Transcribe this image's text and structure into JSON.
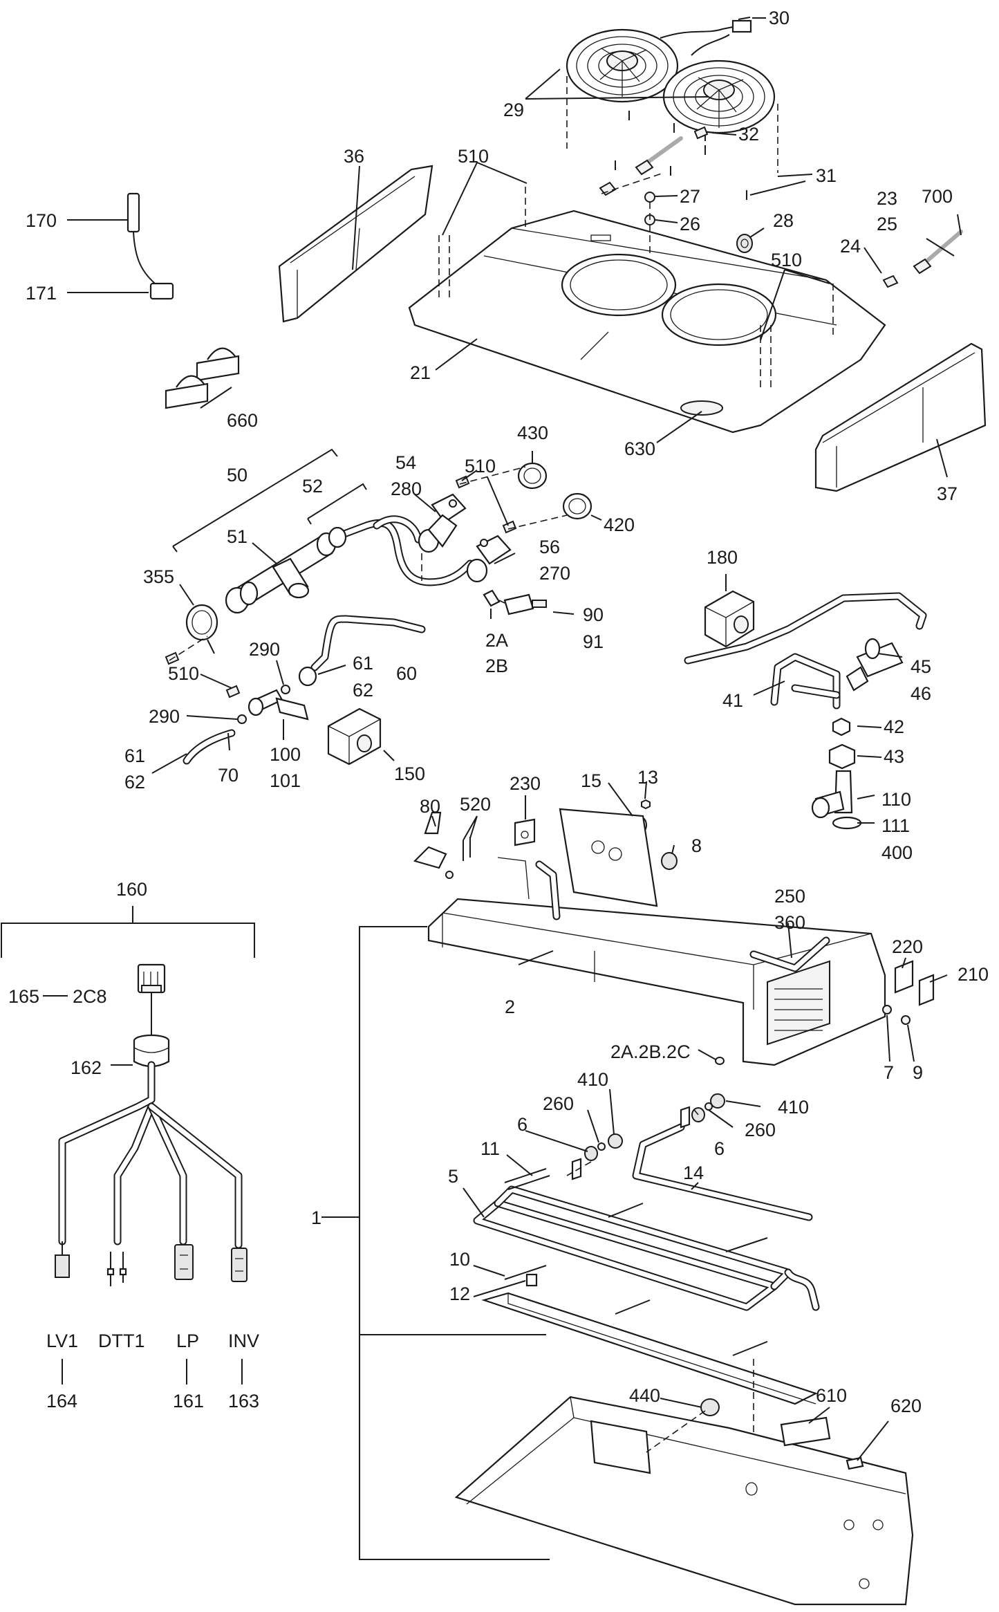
{
  "callouts": [
    {
      "id": "c30",
      "text": "30"
    },
    {
      "id": "c29",
      "text": "29"
    },
    {
      "id": "c32",
      "text": "32"
    },
    {
      "id": "c31",
      "text": "31"
    },
    {
      "id": "c36",
      "text": "36"
    },
    {
      "id": "c510a",
      "text": "510"
    },
    {
      "id": "c27",
      "text": "27"
    },
    {
      "id": "c26",
      "text": "26"
    },
    {
      "id": "c28",
      "text": "28"
    },
    {
      "id": "c23",
      "text": "23"
    },
    {
      "id": "c25",
      "text": "25"
    },
    {
      "id": "c700",
      "text": "700"
    },
    {
      "id": "c24",
      "text": "24"
    },
    {
      "id": "c510b",
      "text": "510"
    },
    {
      "id": "c170",
      "text": "170"
    },
    {
      "id": "c171",
      "text": "171"
    },
    {
      "id": "c21",
      "text": "21"
    },
    {
      "id": "c660",
      "text": "660"
    },
    {
      "id": "c630",
      "text": "630"
    },
    {
      "id": "c37",
      "text": "37"
    },
    {
      "id": "c430",
      "text": "430"
    },
    {
      "id": "c54",
      "text": "54"
    },
    {
      "id": "c280",
      "text": "280"
    },
    {
      "id": "c510c",
      "text": "510"
    },
    {
      "id": "c50",
      "text": "50"
    },
    {
      "id": "c52",
      "text": "52"
    },
    {
      "id": "c420",
      "text": "420"
    },
    {
      "id": "c56",
      "text": "56"
    },
    {
      "id": "c270",
      "text": "270"
    },
    {
      "id": "c51",
      "text": "51"
    },
    {
      "id": "c180",
      "text": "180"
    },
    {
      "id": "c355",
      "text": "355"
    },
    {
      "id": "c90",
      "text": "90"
    },
    {
      "id": "c91",
      "text": "91"
    },
    {
      "id": "c2A",
      "text": "2A"
    },
    {
      "id": "c2B",
      "text": "2B"
    },
    {
      "id": "c290a",
      "text": "290"
    },
    {
      "id": "c61a",
      "text": "61"
    },
    {
      "id": "c62a",
      "text": "62"
    },
    {
      "id": "c60",
      "text": "60"
    },
    {
      "id": "c510d",
      "text": "510"
    },
    {
      "id": "c45",
      "text": "45"
    },
    {
      "id": "c46",
      "text": "46"
    },
    {
      "id": "c41",
      "text": "41"
    },
    {
      "id": "c290b",
      "text": "290"
    },
    {
      "id": "c42",
      "text": "42"
    },
    {
      "id": "c43",
      "text": "43"
    },
    {
      "id": "c61b",
      "text": "61"
    },
    {
      "id": "c62b",
      "text": "62"
    },
    {
      "id": "c70",
      "text": "70"
    },
    {
      "id": "c100",
      "text": "100"
    },
    {
      "id": "c101",
      "text": "101"
    },
    {
      "id": "c150",
      "text": "150"
    },
    {
      "id": "c110",
      "text": "110"
    },
    {
      "id": "c111",
      "text": "111"
    },
    {
      "id": "c400",
      "text": "400"
    },
    {
      "id": "c80",
      "text": "80"
    },
    {
      "id": "c520",
      "text": "520"
    },
    {
      "id": "c230",
      "text": "230"
    },
    {
      "id": "c15",
      "text": "15"
    },
    {
      "id": "c13",
      "text": "13"
    },
    {
      "id": "c8",
      "text": "8"
    },
    {
      "id": "c160",
      "text": "160"
    },
    {
      "id": "c250",
      "text": "250"
    },
    {
      "id": "c360",
      "text": "360"
    },
    {
      "id": "c220",
      "text": "220"
    },
    {
      "id": "c210",
      "text": "210"
    },
    {
      "id": "c165",
      "text": "165"
    },
    {
      "id": "c2C8",
      "text": "2C8"
    },
    {
      "id": "c2",
      "text": "2"
    },
    {
      "id": "c2ABC",
      "text": "2A.2B.2C"
    },
    {
      "id": "c7",
      "text": "7"
    },
    {
      "id": "c9",
      "text": "9"
    },
    {
      "id": "c162",
      "text": "162"
    },
    {
      "id": "c410a",
      "text": "410"
    },
    {
      "id": "c260a",
      "text": "260"
    },
    {
      "id": "c410b",
      "text": "410"
    },
    {
      "id": "c6a",
      "text": "6"
    },
    {
      "id": "c260b",
      "text": "260"
    },
    {
      "id": "c11",
      "text": "11"
    },
    {
      "id": "c6b",
      "text": "6"
    },
    {
      "id": "c5",
      "text": "5"
    },
    {
      "id": "c14",
      "text": "14"
    },
    {
      "id": "c1",
      "text": "1"
    },
    {
      "id": "c10",
      "text": "10"
    },
    {
      "id": "c12",
      "text": "12"
    },
    {
      "id": "cLV1",
      "text": "LV1"
    },
    {
      "id": "cDTT1",
      "text": "DTT1"
    },
    {
      "id": "cLP",
      "text": "LP"
    },
    {
      "id": "cINV",
      "text": "INV"
    },
    {
      "id": "c440",
      "text": "440"
    },
    {
      "id": "c610",
      "text": "610"
    },
    {
      "id": "c620",
      "text": "620"
    },
    {
      "id": "c164",
      "text": "164"
    },
    {
      "id": "c161",
      "text": "161"
    },
    {
      "id": "c163",
      "text": "163"
    }
  ]
}
